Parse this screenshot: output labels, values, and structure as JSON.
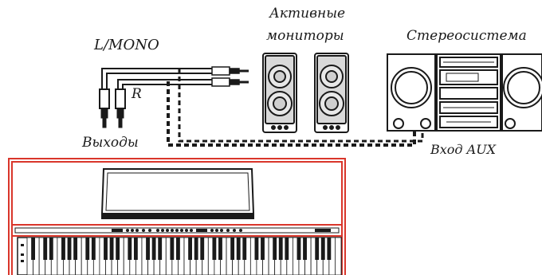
{
  "labels": {
    "l_mono": "L/MONO",
    "r": "R",
    "outputs": "Выходы",
    "active_monitors_line1": "Активные",
    "active_monitors_line2": "мониторы",
    "stereo_system": "Стереосистема",
    "aux_input": "Вход AUX"
  },
  "colors": {
    "piano_outline": "#d9362b",
    "line": "#1a1a1a",
    "speaker_fill": "#d9d9d9"
  }
}
